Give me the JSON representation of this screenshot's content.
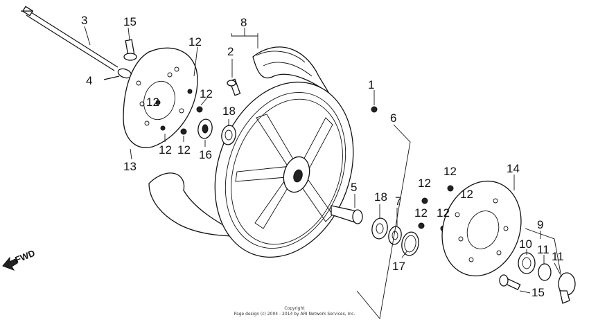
{
  "labels": {
    "l1": "1",
    "l2": "2",
    "l3": "3",
    "l4": "4",
    "l5": "5",
    "l6": "6",
    "l7": "7",
    "l8": "8",
    "l9": "9",
    "l10": "10",
    "l11a": "11",
    "l11b": "11",
    "l12a": "12",
    "l12b": "12",
    "l12c": "12",
    "l12d": "12",
    "l12e": "12",
    "l12f": "12",
    "l12g": "12",
    "l12h": "12",
    "l12i": "12",
    "l12j": "12",
    "l13": "13",
    "l14": "14",
    "l15a": "15",
    "l15b": "15",
    "l16": "16",
    "l17": "17",
    "l18a": "18",
    "l18b": "18"
  },
  "fwd": "FWD",
  "copyright": {
    "line1": "Copyright",
    "line2": "Page design (c) 2004 - 2014 by ARI Network Services, Inc."
  }
}
